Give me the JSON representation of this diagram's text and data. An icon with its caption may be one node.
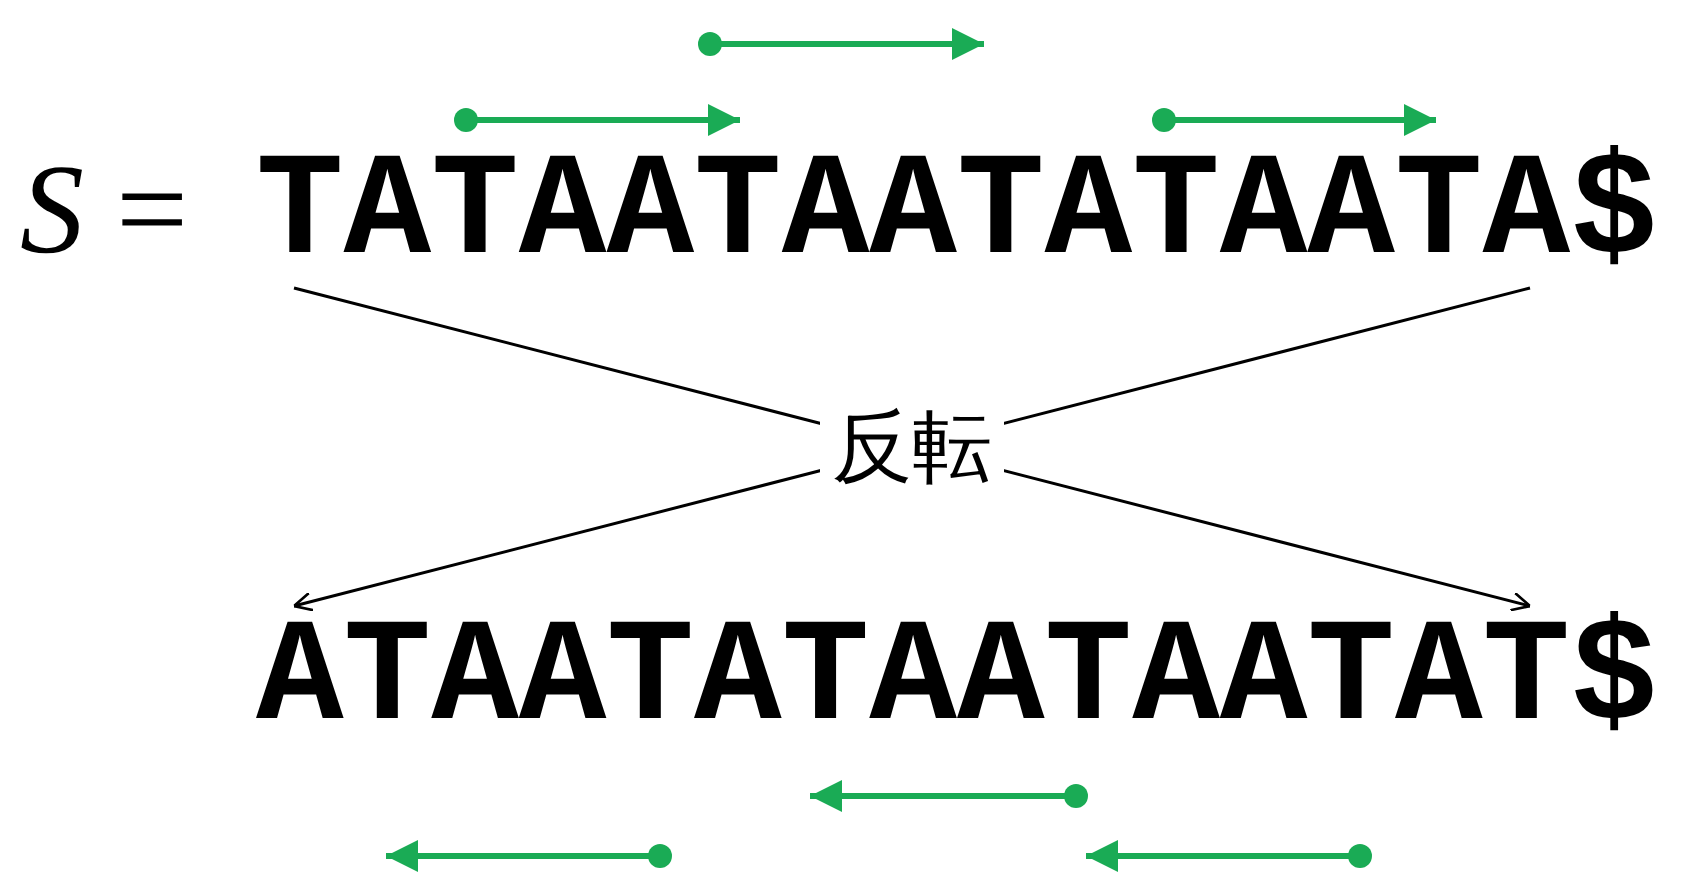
{
  "diagram": {
    "nodes": [
      {
        "text": [
          "TATAATAATATAATA$"
        ]
      },
      {
        "text": [
          "ATAATATAATAATAT$"
        ]
      }
    ],
    "edges": [
      {
        "from": 0,
        "to": 1,
        "arrow": "to",
        "label": "反転"
      },
      {
        "from": 0,
        "to": 1,
        "arrow": "to"
      }
    ],
    "labels": [
      "*S* ="
    ]
  }
}
